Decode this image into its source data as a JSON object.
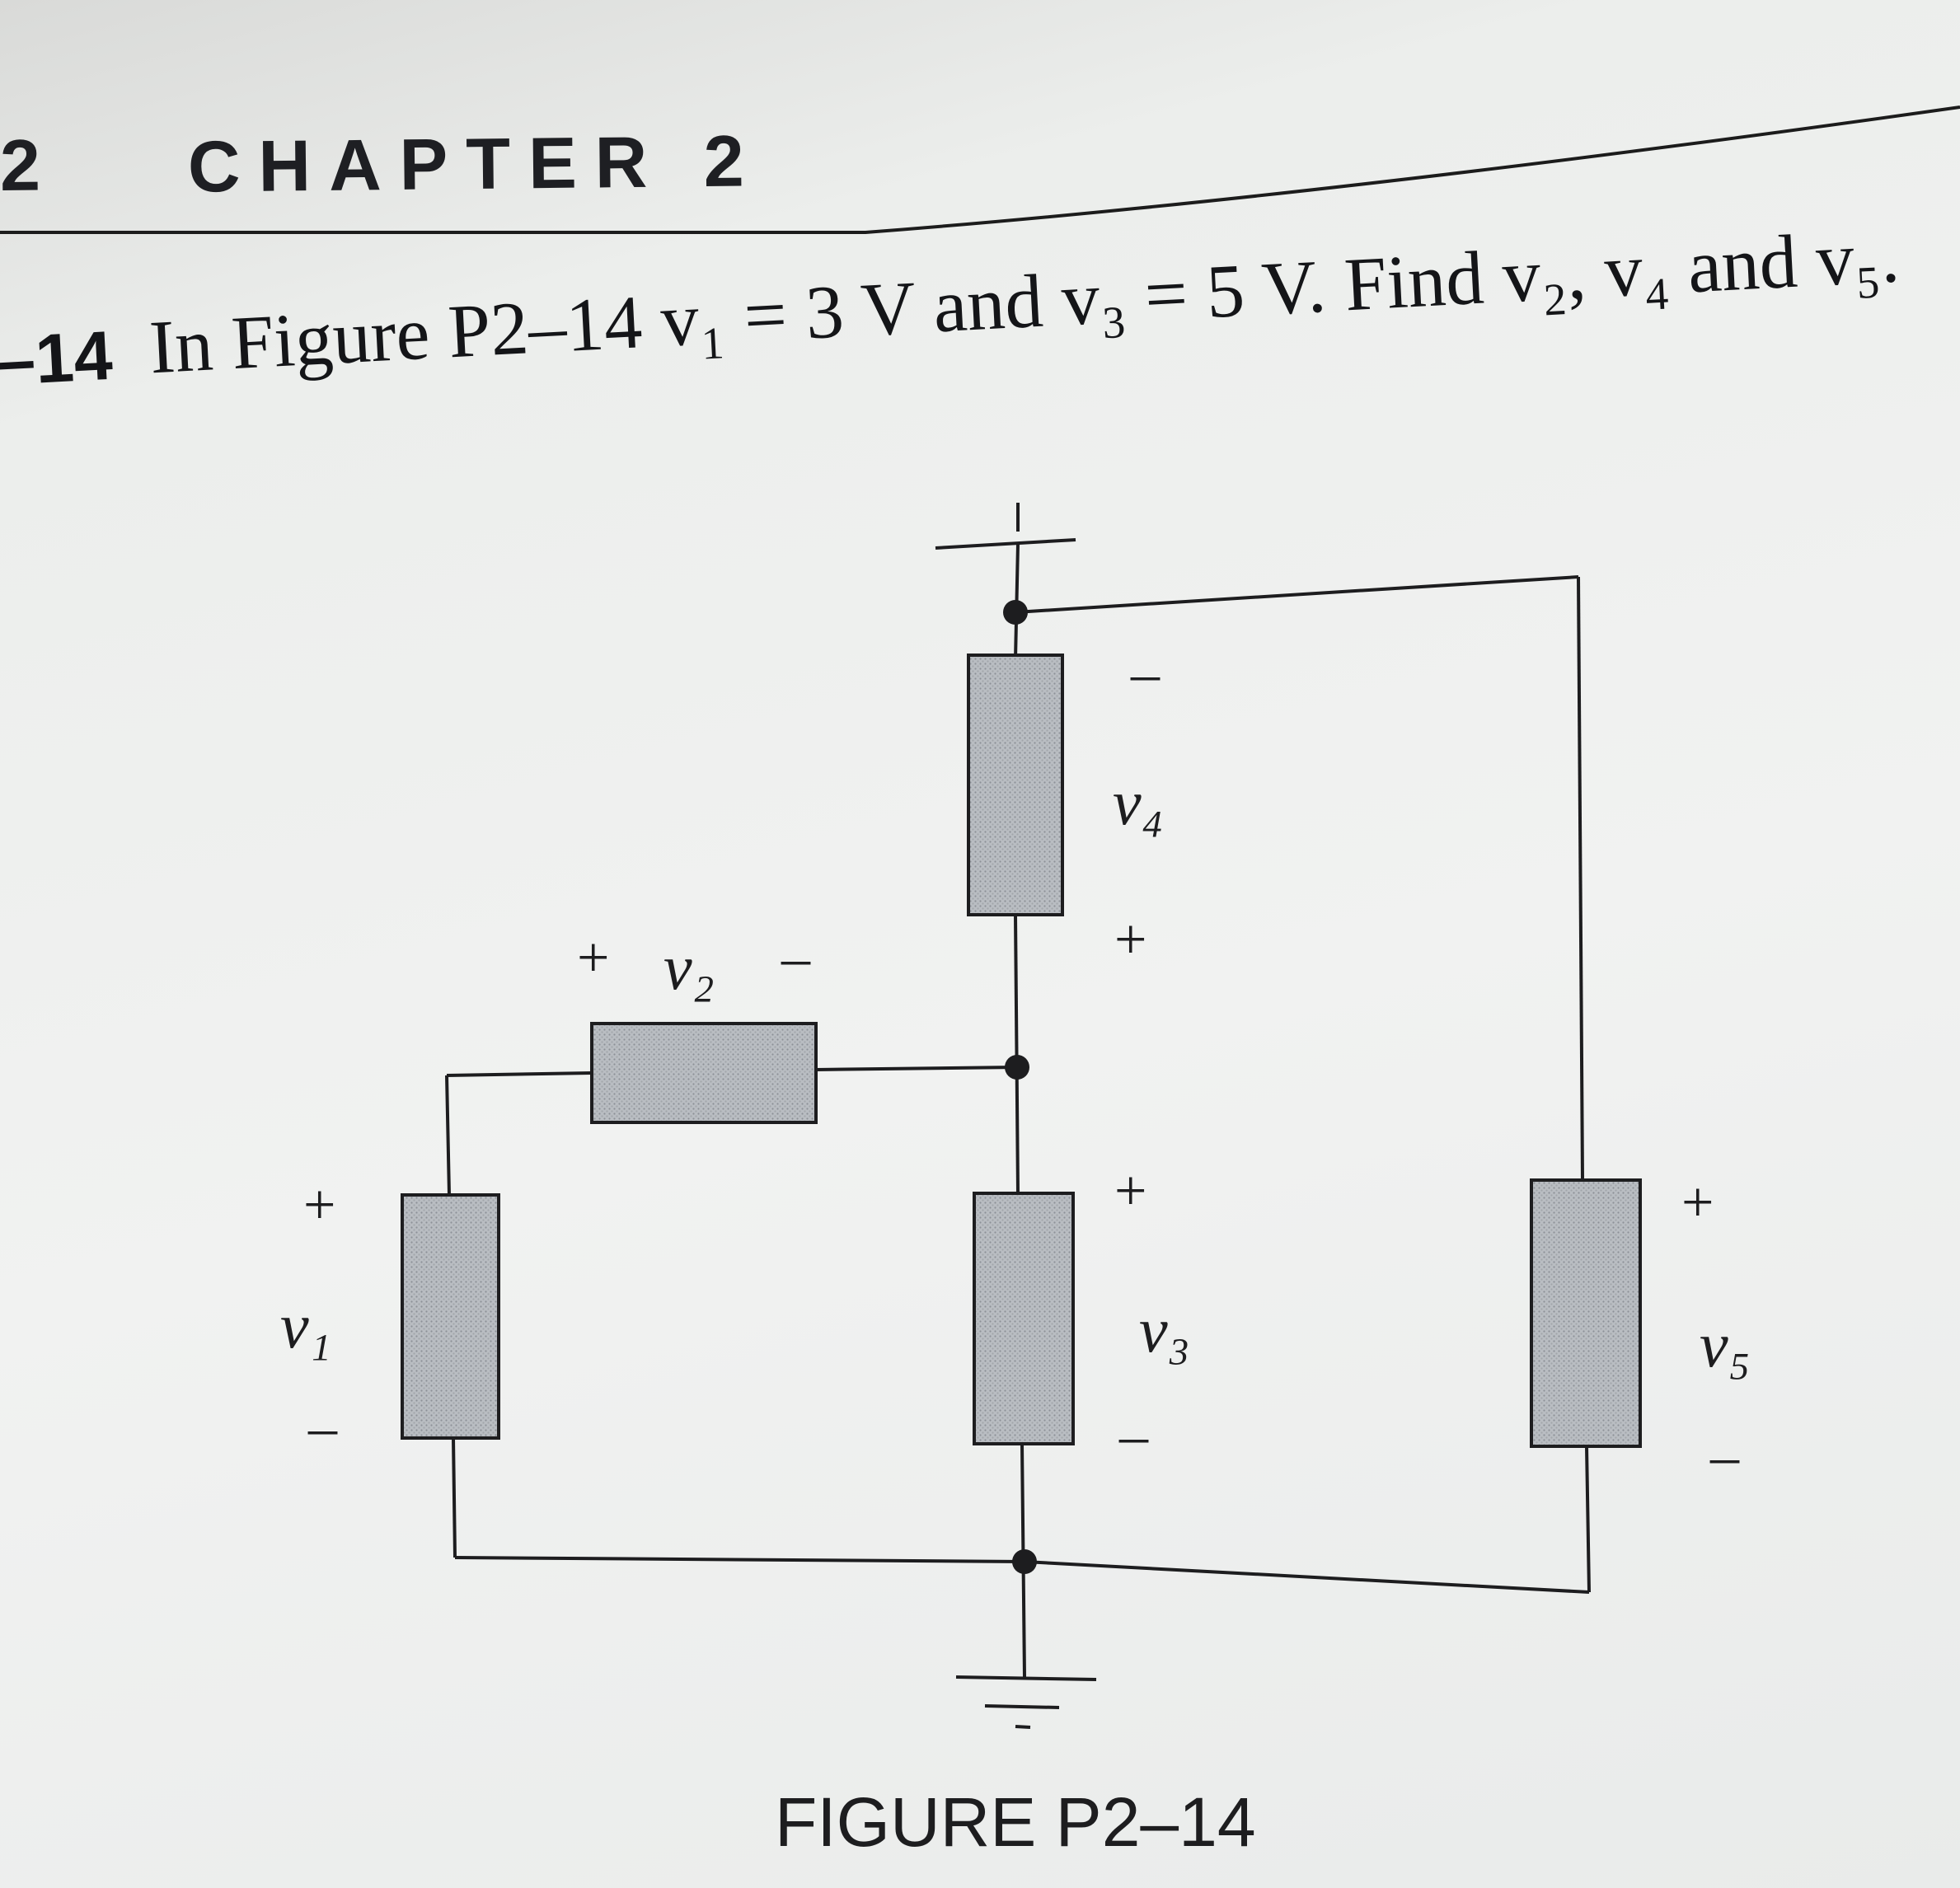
{
  "header": {
    "page_number": "2",
    "chapter": "CHAPTER 2"
  },
  "problem": {
    "number": "–14",
    "text": "In Figure P2–14 v₁ = 3 V and v₃ = 5 V. Find v₂, v₄ and v₅."
  },
  "figure": {
    "caption": "FIGURE P2–14",
    "labels": {
      "v1": "v₁",
      "v2": "v₂",
      "v3": "v₃",
      "v4": "v₄",
      "v5": "v₅",
      "plus": "+",
      "minus": "–"
    }
  }
}
